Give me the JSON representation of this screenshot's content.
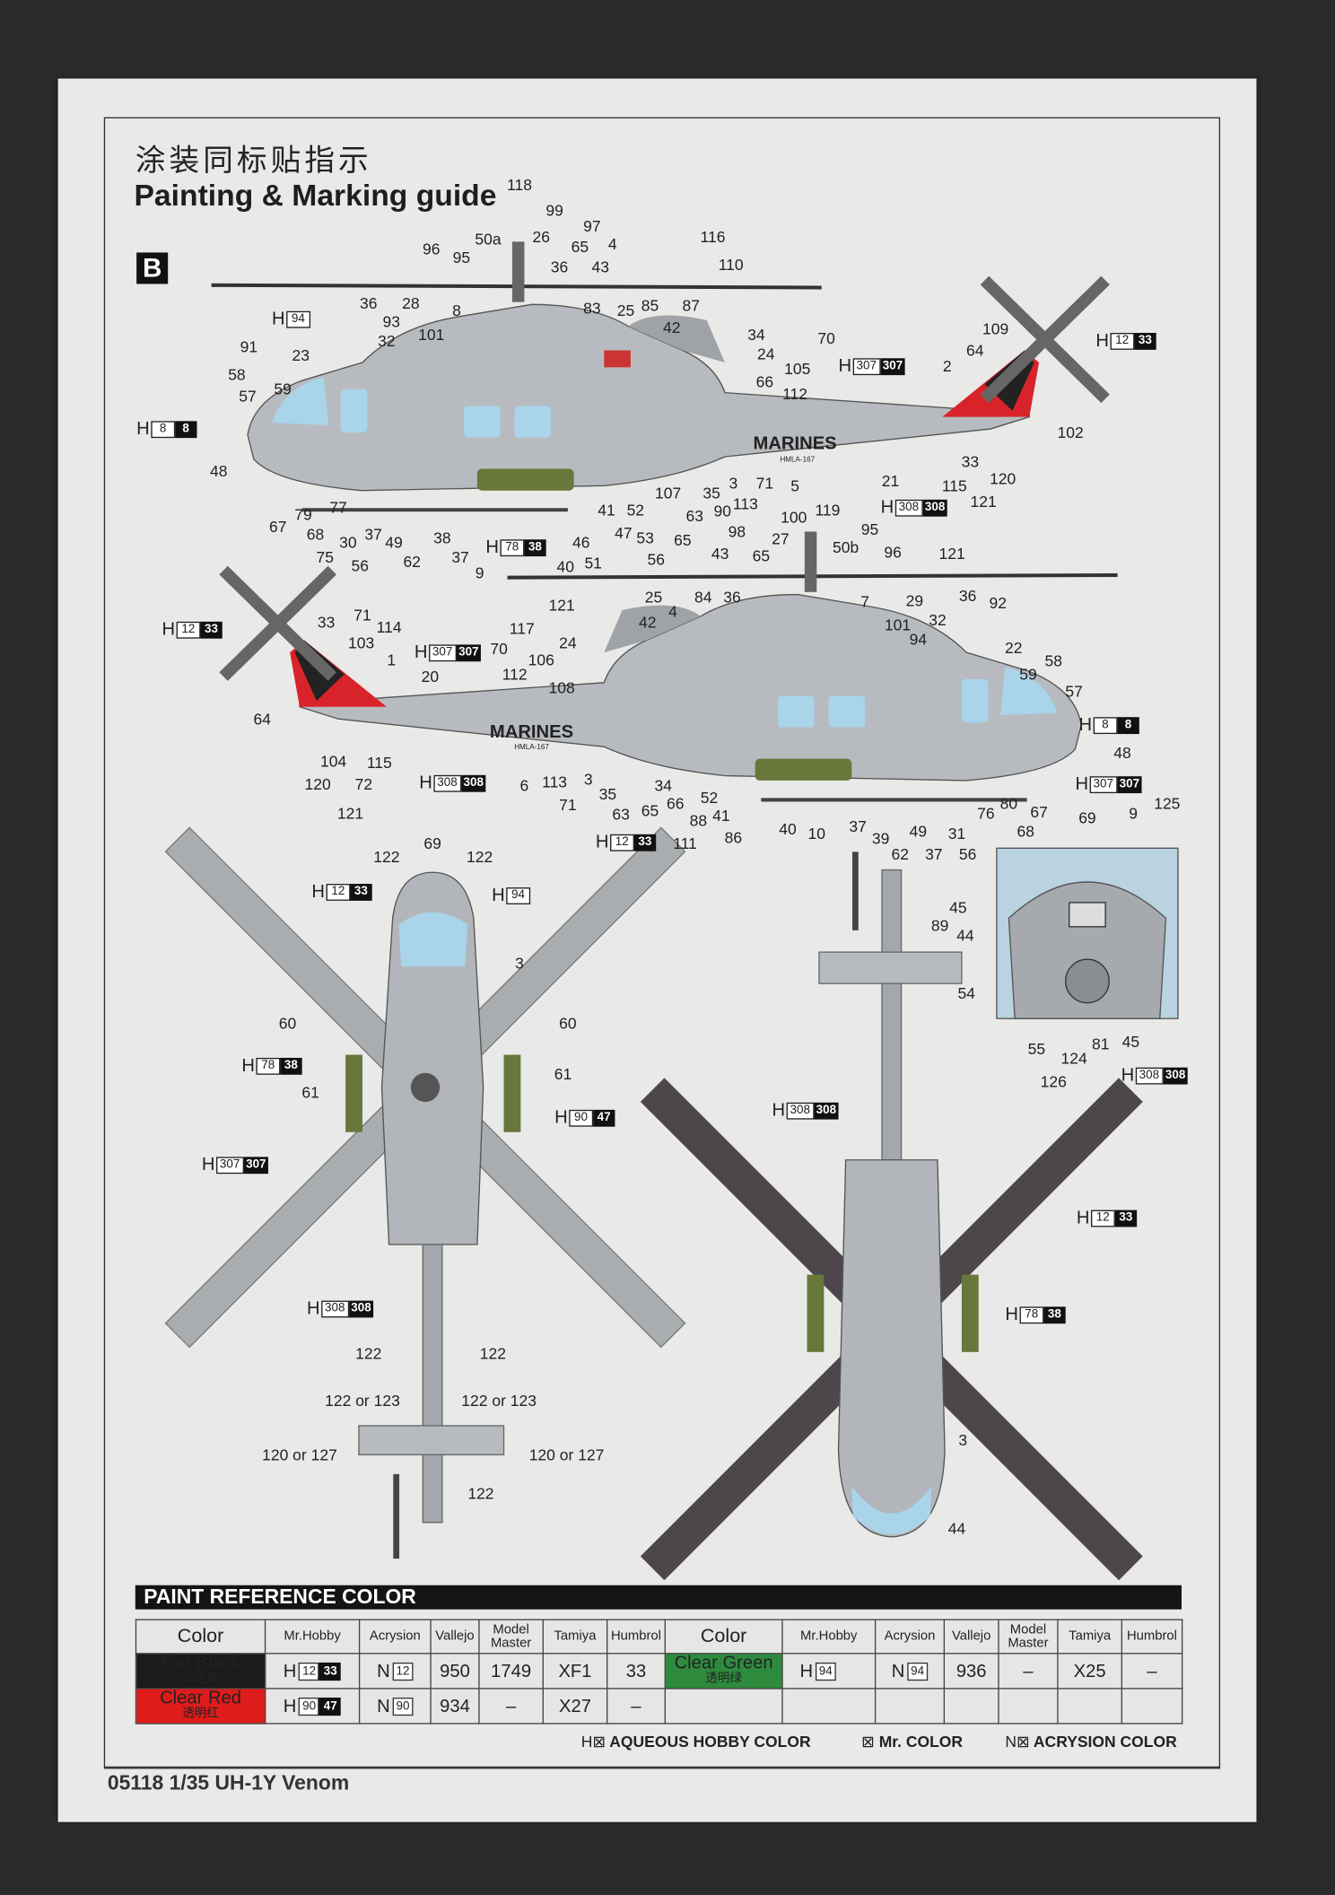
{
  "header": {
    "title_cn": "涂装同标贴指示",
    "title_en": "Painting & Marking guide",
    "section": "B"
  },
  "decals": {
    "marines": "MARINES",
    "squadron": "HMLA-167"
  },
  "callouts": {
    "side_left": [
      "118",
      "99",
      "97",
      "4",
      "116",
      "96",
      "95",
      "50a",
      "26",
      "65",
      "36",
      "43",
      "110",
      "83",
      "25",
      "85",
      "87",
      "42",
      "36",
      "28",
      "8",
      "93",
      "101",
      "32",
      "34",
      "70",
      "24",
      "105",
      "66",
      "112",
      "109",
      "64",
      "2",
      "102",
      "91",
      "23",
      "58",
      "59",
      "57",
      "48",
      "21",
      "33",
      "120",
      "115",
      "121",
      "107",
      "35",
      "3",
      "71",
      "5",
      "113",
      "90",
      "41",
      "52",
      "63",
      "47",
      "53",
      "65",
      "98",
      "100",
      "119",
      "27",
      "95",
      "67",
      "79",
      "77",
      "68",
      "30",
      "37",
      "49",
      "38",
      "75",
      "56",
      "62",
      "37",
      "9",
      "46",
      "40",
      "51",
      "56",
      "43",
      "65",
      "50b",
      "96"
    ],
    "side_right": [
      "121",
      "25",
      "84",
      "36",
      "7",
      "29",
      "36",
      "92",
      "121",
      "42",
      "4",
      "101",
      "32",
      "94",
      "117",
      "24",
      "22",
      "58",
      "59",
      "57",
      "71",
      "33",
      "114",
      "103",
      "1",
      "70",
      "106",
      "112",
      "108",
      "20",
      "64",
      "48",
      "104",
      "115",
      "120",
      "72",
      "121",
      "6",
      "113",
      "3",
      "71",
      "35",
      "34",
      "63",
      "65",
      "66",
      "52",
      "88",
      "41",
      "86",
      "111",
      "40",
      "10",
      "37",
      "39",
      "62",
      "49",
      "37",
      "31",
      "56",
      "76",
      "80",
      "67",
      "68",
      "125",
      "69",
      "9"
    ],
    "top_view": [
      "69",
      "122",
      "122",
      "3",
      "60",
      "60",
      "61",
      "61",
      "122",
      "122",
      "122 or 123",
      "122 or 123",
      "120 or 127",
      "120 or 127",
      "122"
    ],
    "inset": [
      "45",
      "89",
      "44",
      "54",
      "55",
      "124",
      "81",
      "45",
      "126"
    ],
    "bottom_view": [
      "3",
      "44"
    ]
  },
  "paint_callouts": [
    {
      "prefix": "H",
      "a": "94",
      "b": ""
    },
    {
      "prefix": "H",
      "a": "12",
      "b": "33"
    },
    {
      "prefix": "H",
      "a": "307",
      "b": "307"
    },
    {
      "prefix": "H",
      "a": "8",
      "b": "8"
    },
    {
      "prefix": "H",
      "a": "308",
      "b": "308"
    },
    {
      "prefix": "H",
      "a": "78",
      "b": "38"
    },
    {
      "prefix": "H",
      "a": "12",
      "b": "33"
    },
    {
      "prefix": "H",
      "a": "307",
      "b": "307"
    },
    {
      "prefix": "H",
      "a": "308",
      "b": "308"
    },
    {
      "prefix": "H",
      "a": "8",
      "b": "8"
    },
    {
      "prefix": "H",
      "a": "307",
      "b": "307"
    },
    {
      "prefix": "H",
      "a": "12",
      "b": "33"
    },
    {
      "prefix": "H",
      "a": "12",
      "b": "33"
    },
    {
      "prefix": "H",
      "a": "94",
      "b": ""
    },
    {
      "prefix": "H",
      "a": "78",
      "b": "38"
    },
    {
      "prefix": "H",
      "a": "90",
      "b": "47"
    },
    {
      "prefix": "H",
      "a": "307",
      "b": "307"
    },
    {
      "prefix": "H",
      "a": "308",
      "b": "308"
    },
    {
      "prefix": "H",
      "a": "308",
      "b": "308"
    },
    {
      "prefix": "H",
      "a": "12",
      "b": "33"
    },
    {
      "prefix": "H",
      "a": "78",
      "b": "38"
    },
    {
      "prefix": "H",
      "a": "308",
      "b": "308"
    }
  ],
  "paint_table": {
    "title": "PAINT  REFERENCE COLOR",
    "headers": {
      "color": "Color",
      "mrhobby": "Mr.Hobby",
      "acrysion": "Acrysion",
      "vallejo": "Vallejo",
      "model_master": "Model Master",
      "tamiya": "Tamiya",
      "humbrol": "Humbrol"
    },
    "rows": [
      {
        "name": "Flat Black",
        "name_cn": "消光黑",
        "swatch": "#1c1a1a",
        "h_a": "12",
        "h_b": "33",
        "n": "12",
        "vallejo": "950",
        "model_master": "1749",
        "tamiya": "XF1",
        "humbrol": "33"
      },
      {
        "name": "Clear Red",
        "name_cn": "透明红",
        "swatch": "#e01b1b",
        "h_a": "90",
        "h_b": "47",
        "n": "90",
        "vallejo": "934",
        "model_master": "–",
        "tamiya": "X27",
        "humbrol": "–"
      },
      {
        "name": "Clear Green",
        "name_cn": "透明绿",
        "swatch": "#2e8b3e",
        "h_a": "94",
        "h_b": "",
        "n": "94",
        "vallejo": "936",
        "model_master": "–",
        "tamiya": "X25",
        "humbrol": "–"
      }
    ],
    "prefix_h": "H",
    "prefix_n": "N"
  },
  "legend": {
    "h_prefix": "H⊠",
    "h_label": "AQUEOUS HOBBY COLOR",
    "mr_prefix": "⊠",
    "mr_label": "Mr. COLOR",
    "n_prefix": "N⊠",
    "n_label": "ACRYSION COLOR"
  },
  "footer": "05118 1/35 UH-1Y Venom",
  "colors": {
    "body_grey": "#b7bbbf",
    "tail_red": "#d8232a",
    "pod_green": "#68773a",
    "glass": "#a9d4ea",
    "blade_dark": "#4d474b"
  }
}
